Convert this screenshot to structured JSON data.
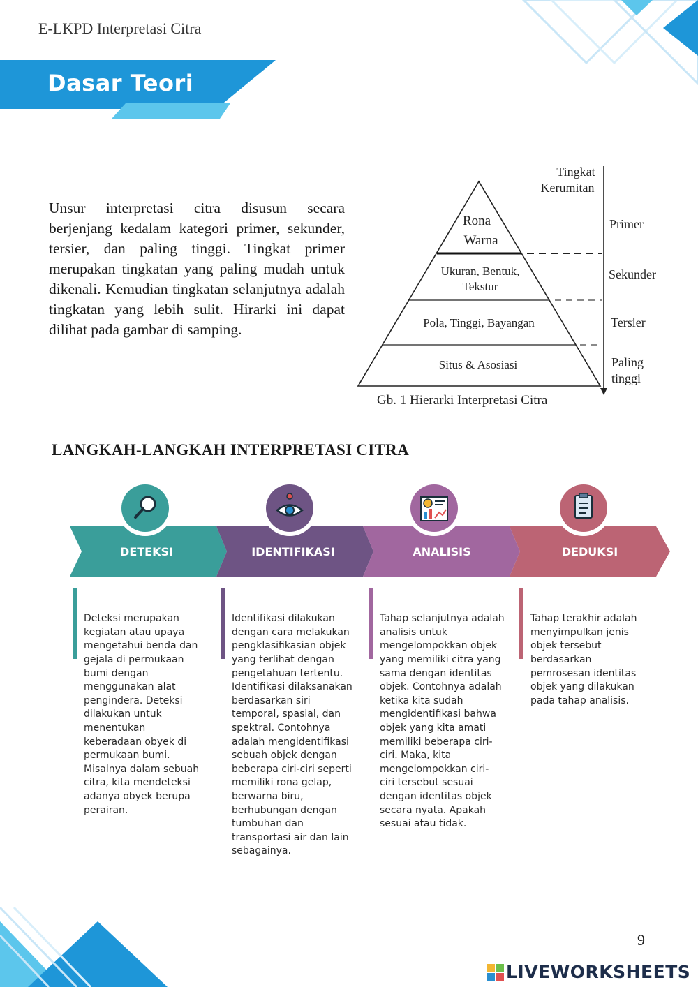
{
  "header": {
    "title": "E-LKPD Interpretasi Citra"
  },
  "banner": {
    "title": "Dasar Teori"
  },
  "intro": {
    "paragraph": "Unsur interpretasi citra disusun secara berjenjang kedalam kategori primer, sekunder, tersier, dan paling tinggi. Tingkat primer merupakan tingkatan yang paling mudah untuk dikenali. Kemudian tingkatan selanjutnya adalah tingkatan yang lebih sulit. Hirarki ini dapat dilihat pada gambar di samping."
  },
  "pyramid": {
    "axis_title_line1": "Tingkat",
    "axis_title_line2": "Kerumitan",
    "levels": [
      {
        "text1": "Rona",
        "text2": "Warna",
        "category": "Primer"
      },
      {
        "text1": "Ukuran, Bentuk,",
        "text2": "Tekstur",
        "category": "Sekunder"
      },
      {
        "text1": "Pola, Tinggi, Bayangan",
        "category": "Tersier"
      },
      {
        "text1": "Situs & Asosiasi",
        "category1": "Paling",
        "category2": "tinggi"
      }
    ],
    "caption": "Gb. 1 Hierarki Interpretasi Citra"
  },
  "steps": {
    "title": "LANGKAH-LANGKAH INTERPRETASI CITRA",
    "items": [
      {
        "label": "DETEKSI",
        "icon": "magnifier-icon",
        "color": "#3a9e9a",
        "description": "Deteksi merupakan\nkegiatan atau upaya\nmengetahui benda dan\ngejala di permukaan\nbumi dengan\nmenggunakan alat\npengindera. Deteksi\ndilakukan untuk\nmenentukan\nkeberadaan obyek di\npermukaan bumi.\nMisalnya dalam sebuah\ncitra, kita mendeteksi\nadanya obyek berupa\nperairan."
      },
      {
        "label": "IDENTIFIKASI",
        "icon": "eye-target-icon",
        "color": "#6e5484",
        "description": "Identifikasi dilakukan\ndengan cara melakukan\npengklasifikasian objek\nyang terlihat dengan\npengetahuan tertentu.\nIdentifikasi dilaksanakan\nberdasarkan siri\ntemporal, spasial, dan\nspektral. Contohnya\nadalah mengidentifikasi\nsebuah objek dengan\nbeberapa ciri-ciri seperti\nmemiliki rona gelap,\nberwarna biru,\nberhubungan dengan\ntumbuhan dan\ntransportasi air dan lain\nsebagainya."
      },
      {
        "label": "ANALISIS",
        "icon": "chart-analysis-icon",
        "color": "#a1679f",
        "description": "Tahap selanjutnya adalah\nanalisis untuk\nmengelompokkan objek\nyang memiliki citra yang\nsama dengan identitas\nobjek. Contohnya adalah\nketika kita sudah\nmengidentifikasi bahwa\nobjek yang kita amati\nmemiliki beberapa ciri-\nciri. Maka, kita\nmengelompokkan ciri-\nciri tersebut sesuai\ndengan identitas objek\nsecara nyata. Apakah\nsesuai atau tidak."
      },
      {
        "label": "DEDUKSI",
        "icon": "clipboard-icon",
        "color": "#bc6474",
        "description": "Tahap terakhir adalah\nmenyimpulkan jenis\nobjek tersebut\nberdasarkan\npemrosesan identitas\nobjek yang dilakukan\npada tahap analisis."
      }
    ]
  },
  "footer": {
    "page_number": "9",
    "brand": "LIVEWORKSHEETS"
  },
  "colors": {
    "accent_blue": "#1e96d8",
    "accent_light_blue": "#5cc6ec"
  }
}
